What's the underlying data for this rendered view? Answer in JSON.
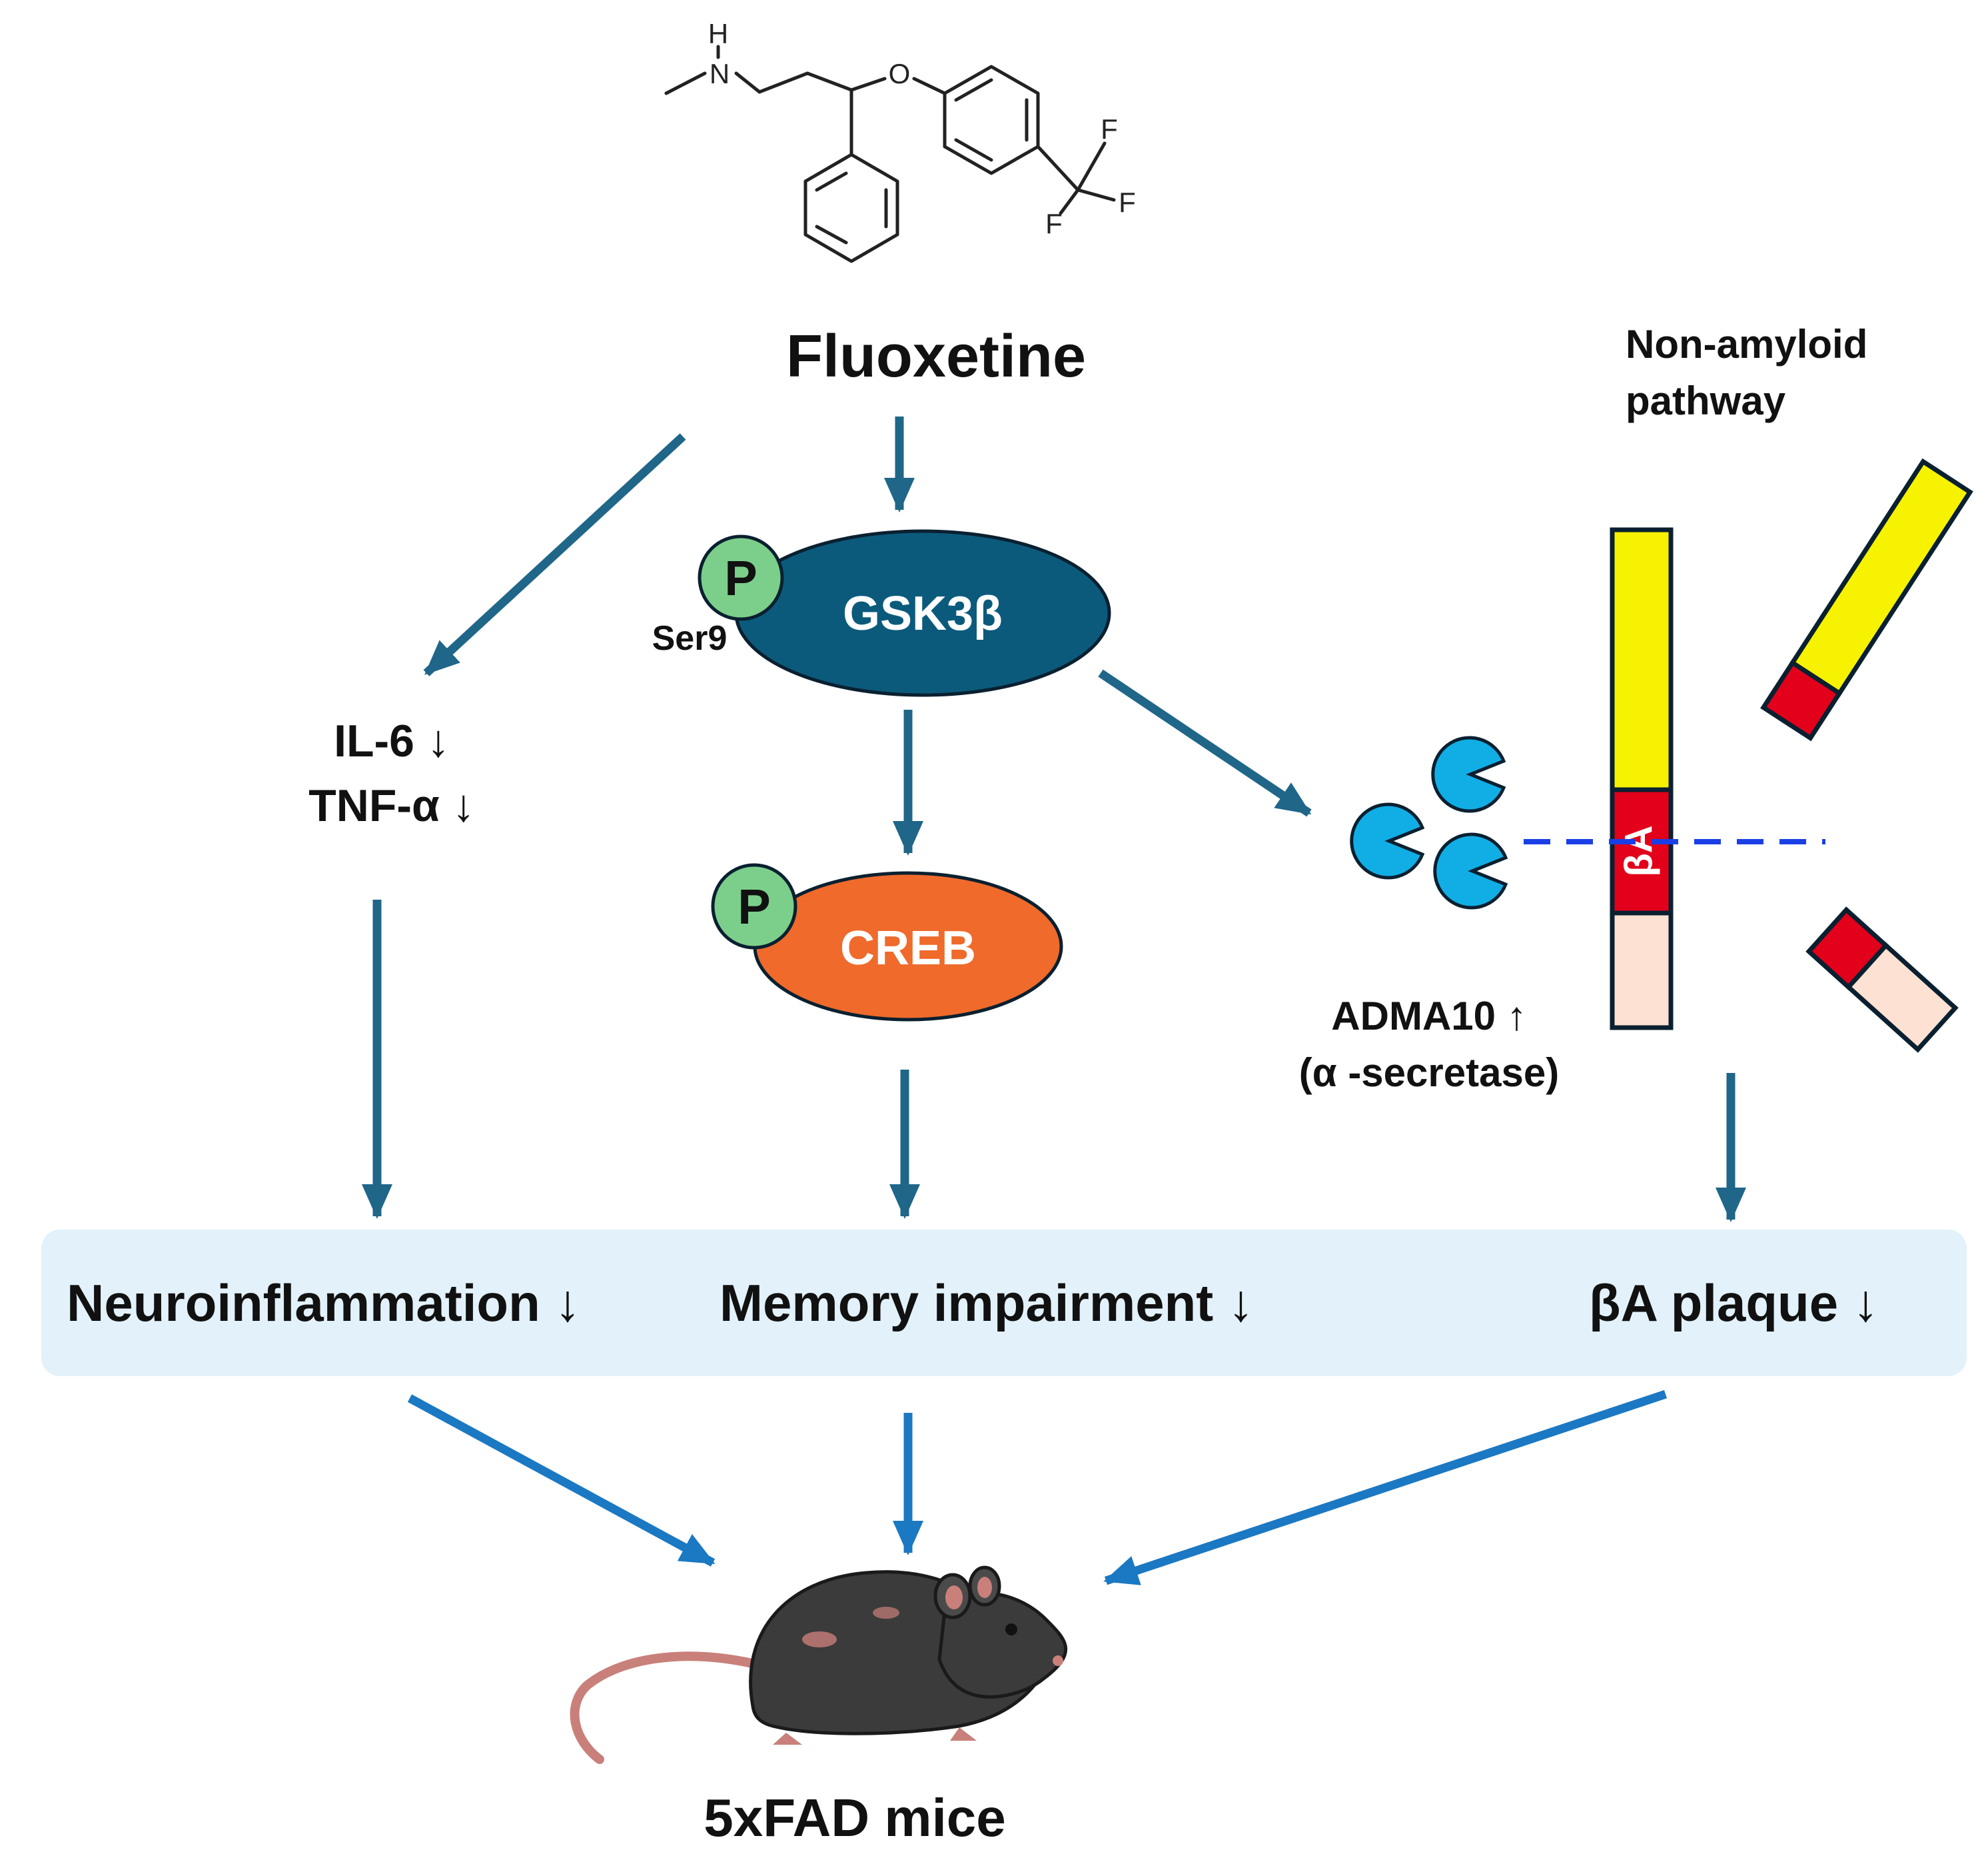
{
  "drug": {
    "name": "Fluoxetine",
    "structure_atoms": {
      "nh_h": "H",
      "nh_n": "N",
      "o": "O",
      "f1": "F",
      "f2": "F",
      "f3": "F"
    }
  },
  "inflammation": {
    "il6": "IL-6 ↓",
    "tnf": "TNF-α ↓"
  },
  "gsk": {
    "label": "GSK3β",
    "phospho": "P",
    "site": "Ser9"
  },
  "creb": {
    "label": "CREB",
    "phospho": "P"
  },
  "secretase": {
    "line1": "ADMA10 ↑",
    "line2": "(α -secretase)"
  },
  "app": {
    "ba_label": "βA",
    "pathway_title_1": "Non-amyloid",
    "pathway_title_2": "pathway"
  },
  "outcomes": {
    "neuroinflammation": "Neuroinflammation ↓",
    "memory": "Memory impairment ↓",
    "plaque": "βA plaque ↓"
  },
  "model": {
    "label": "5xFAD mice"
  },
  "colors": {
    "arrow_dark": "#1f6688",
    "arrow_blue": "#1b78c2",
    "gsk": "#0b5a7c",
    "creb": "#ef6a2b",
    "phospho": "#7ccf8a",
    "enzyme": "#11aee6",
    "yellow": "#f7f200",
    "red": "#e3001b",
    "peach": "#fde2d3",
    "band": "#e2f1fa",
    "dash": "#1a3fe6"
  }
}
